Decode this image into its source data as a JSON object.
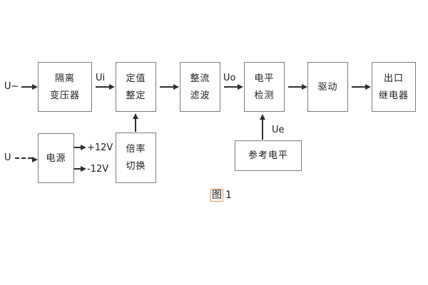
{
  "colors": {
    "line": "#2e2e2e",
    "border": "#7d7d7d",
    "text": "#1d1d1d",
    "bg": "#ffffff",
    "hl": "#e09a5a"
  },
  "diagram": {
    "inputs": {
      "ac": "U~",
      "dc": "U"
    },
    "signals": {
      "ui": "Ui",
      "uo": "Uo",
      "ue": "Ue",
      "plus12v": "+12V",
      "minus12v": "-12V"
    },
    "blocks": {
      "isolation_transformer": {
        "line1": "隔离",
        "line2": "变压器"
      },
      "setting_adjust": {
        "line1": "定值",
        "line2": "整定"
      },
      "rectifier_filter": {
        "line1": "整流",
        "line2": "滤波"
      },
      "level_detect": {
        "line1": "电平",
        "line2": "检测"
      },
      "driver": {
        "line1": "驱动"
      },
      "output_relay": {
        "line1": "出口",
        "line2": "继电器"
      },
      "power_supply": {
        "line1": "电源"
      },
      "ratio_switch": {
        "line1": "倍率",
        "line2": "切换"
      },
      "reference_level": {
        "line1": "参考电平"
      }
    },
    "caption": {
      "zh": "图",
      "num": "1"
    }
  }
}
